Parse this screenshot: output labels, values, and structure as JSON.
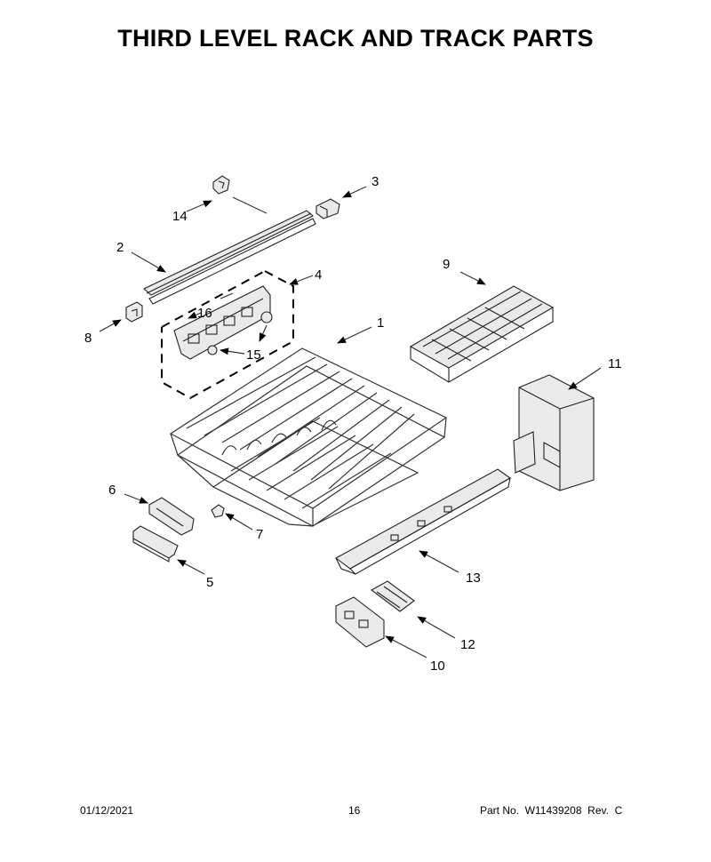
{
  "title": "THIRD LEVEL RACK AND TRACK PARTS",
  "callouts": [
    {
      "id": "1",
      "label": "1"
    },
    {
      "id": "2",
      "label": "2"
    },
    {
      "id": "3",
      "label": "3"
    },
    {
      "id": "4",
      "label": "4"
    },
    {
      "id": "5",
      "label": "5"
    },
    {
      "id": "6",
      "label": "6"
    },
    {
      "id": "7",
      "label": "7"
    },
    {
      "id": "8",
      "label": "8"
    },
    {
      "id": "9",
      "label": "9"
    },
    {
      "id": "10",
      "label": "10"
    },
    {
      "id": "11",
      "label": "11"
    },
    {
      "id": "12",
      "label": "12"
    },
    {
      "id": "13",
      "label": "13"
    },
    {
      "id": "14",
      "label": "14"
    },
    {
      "id": "15",
      "label": "15"
    },
    {
      "id": "16",
      "label": "16"
    }
  ],
  "footer": {
    "date": "01/12/2021",
    "page": "16",
    "part_number": "Part No.  W11439208  Rev.  C"
  }
}
